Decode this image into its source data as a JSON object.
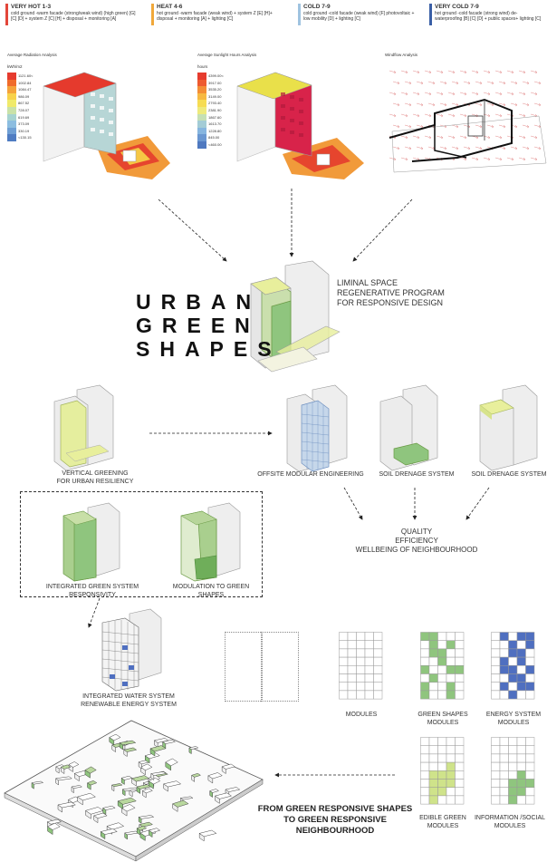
{
  "legend": [
    {
      "title": "VERY HOT 1-3",
      "text": "cold ground -warm facade (strong/weak wind) (high green) [G] [C] [D] + system Z [C] [H] + disposal + monitoring [A]",
      "color": "#e3463a"
    },
    {
      "title": "HEAT 4-6",
      "text": "hot ground -warm facade (weak wind) + system Z [E] [H]+ disposal + monitoring [A] + lighting [C]",
      "color": "#f0a83a"
    },
    {
      "title": "COLD 7-9",
      "text": "cold ground -cold facade (weak wind) [F] photovoltaic + low mobility [D] + lighting [C]",
      "color": "#9fc3e0"
    },
    {
      "title": "VERY COLD 7-9",
      "text": "hot ground -cold facade (strong wind) de-waterproofing [B] [C] [D] + public spaces+ lighting [C]",
      "color": "#3a5fa6"
    }
  ],
  "analysis": {
    "radiation_title": "Average Radiation Analysis",
    "radiation_unit": "kWh/m2",
    "radiation_values": [
      "1121.60<",
      "1002.84",
      "1084.47",
      "986.09",
      "867.52",
      "728.07",
      "619.69",
      "373.09",
      "330.19",
      "<130.15"
    ],
    "sunlight_title": "Average Sunlight Hours Analysis",
    "sunlight_unit": "hours",
    "sunlight_values": [
      "4399.00<",
      "3917.00",
      "3535.20",
      "3149.00",
      "2793.40",
      "2381.90",
      "1867.60",
      "1613.70",
      "1228.80",
      "845.00",
      "<460.00"
    ],
    "windflow_title": "Windflow Analysis"
  },
  "main_title": [
    "URBAN",
    "GREEN",
    "SHAPES"
  ],
  "program_text": [
    "LIMINAL SPACE",
    "REGENERATIVE PROGRAM",
    "FOR RESPONSIVE DESIGN"
  ],
  "labels": {
    "vertical_greening": [
      "VERTICAL GREENING",
      "FOR URBAN RESILIENCY"
    ],
    "offsite": "OFFSITE MODULAR ENGINEERING",
    "soil1": "SOIL DRENAGE SYSTEM",
    "soil2": "SOIL DRENAGE SYSTEM",
    "quality": [
      "QUALITY",
      "EFFICIENCY",
      "WELLBEING OF NEIGHBOURHOOD"
    ],
    "integrated": "INTEGRATED GREEN SYSTEM RESPONSIVITY",
    "modulation": "MODULATION TO GREEN SHAPES",
    "water": [
      "INTEGRATED WATER SYSTEM",
      "RENEWABLE ENERGY SYSTEM"
    ],
    "modules": "MODULES",
    "green_modules": [
      "GREEN SHAPES",
      "MODULES"
    ],
    "energy_modules": [
      "ENERGY SYSTEM",
      "MODULES"
    ],
    "edible_modules": [
      "EDIBLE GREEN",
      "MODULES"
    ],
    "info_modules": [
      "INFORMATION /SOCIAL",
      "MODULES"
    ],
    "footer": [
      "FROM GREEN RESPONSIVE SHAPES",
      "TO GREEN RESPONSIVE NEIGHBOURHOOD"
    ]
  },
  "colors": {
    "heat": [
      "#e63b2e",
      "#f06b2a",
      "#f5a33a",
      "#f8d24a",
      "#f0ea6a",
      "#c9e2a8",
      "#a6d3d0",
      "#8cbde0",
      "#6f9fd4",
      "#4f7cc2"
    ],
    "sun": [
      "#e63b2e",
      "#ee5a2f",
      "#f48e36",
      "#f7b942",
      "#f6dc52",
      "#eeea7c",
      "#c6e0b4",
      "#a3ccd6",
      "#86b5df",
      "#6a97d1",
      "#4f79c0"
    ],
    "green": "#8fc57e",
    "lightgreen": "#dbe99e",
    "blue": "#4f6fc0",
    "edible": "#cfe38a"
  }
}
